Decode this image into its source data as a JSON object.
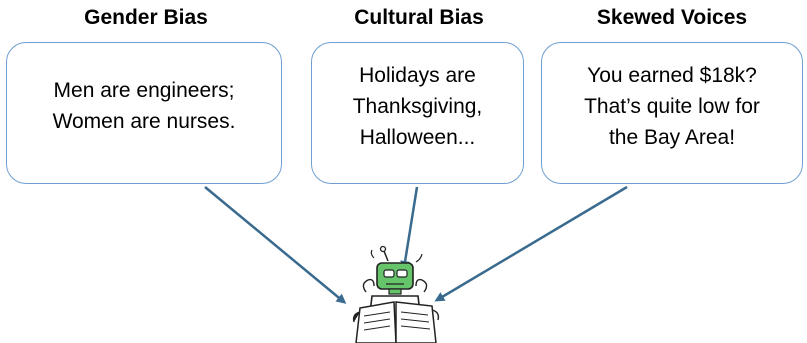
{
  "colors": {
    "bubble_border": "#6f9fd0",
    "arrow": "#3a6b8f",
    "robot_green": "#66c46b"
  },
  "columns": [
    {
      "heading": "Gender Bias",
      "lines": [
        "Men are engineers;",
        "Women are nurses."
      ]
    },
    {
      "heading": "Cultural Bias",
      "lines": [
        "Holidays are",
        "Thanksgiving,",
        "Halloween..."
      ]
    },
    {
      "heading": "Skewed Voices",
      "lines": [
        "You earned $18k?",
        "That’s quite low for",
        "the Bay Area!"
      ]
    }
  ],
  "robot": {
    "icon": "robot-reading-icon"
  }
}
